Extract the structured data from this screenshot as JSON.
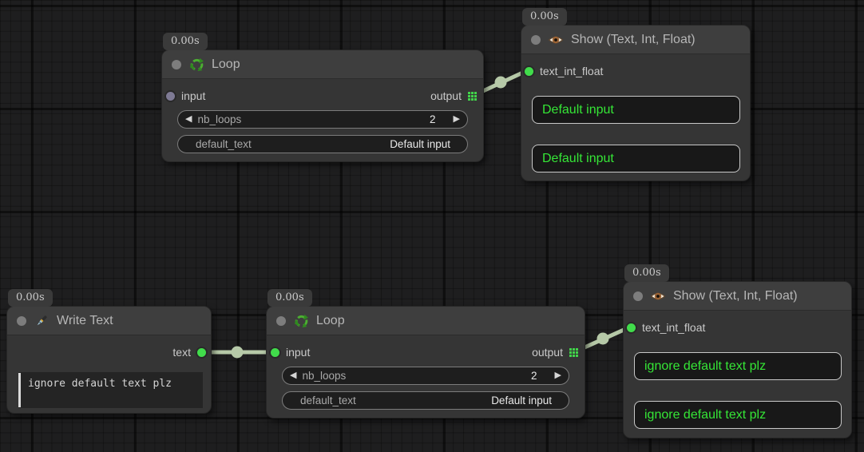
{
  "canvas": {
    "background": "#1e1e1f",
    "accent_green": "#41dc4b",
    "link_color": "#b6c9a8",
    "value_green": "#35e636",
    "slot_gray": "#7e7a94"
  },
  "icons": {
    "left_arrow": "◀",
    "right_arrow": "▶"
  },
  "nodes": [
    {
      "id": "loop-top",
      "badge": "0.00s",
      "title": "Loop",
      "icon": "recycle-icon",
      "inputs": [
        {
          "name": "input",
          "connected": false
        }
      ],
      "outputs": [
        {
          "name": "output",
          "icon": "grid-output-icon"
        }
      ],
      "widgets": [
        {
          "name": "nb_loops",
          "value": "2"
        },
        {
          "name": "default_text",
          "value": "Default input"
        }
      ]
    },
    {
      "id": "show-top",
      "badge": "0.00s",
      "title": "Show (Text, Int, Float)",
      "icon": "eye-icon",
      "inputs": [
        {
          "name": "text_int_float",
          "connected": true
        }
      ],
      "boxes": [
        "Default input",
        "Default input"
      ]
    },
    {
      "id": "write-text",
      "badge": "0.00s",
      "title": "Write Text",
      "icon": "pen-icon",
      "outputs": [
        {
          "name": "text",
          "connected": true
        }
      ],
      "text": "ignore default text plz"
    },
    {
      "id": "loop-bottom",
      "badge": "0.00s",
      "title": "Loop",
      "icon": "recycle-icon",
      "inputs": [
        {
          "name": "input",
          "connected": true
        }
      ],
      "outputs": [
        {
          "name": "output",
          "icon": "grid-output-icon"
        }
      ],
      "widgets": [
        {
          "name": "nb_loops",
          "value": "2"
        },
        {
          "name": "default_text",
          "value": "Default input"
        }
      ]
    },
    {
      "id": "show-bottom",
      "badge": "0.00s",
      "title": "Show (Text, Int, Float)",
      "icon": "eye-icon",
      "inputs": [
        {
          "name": "text_int_float",
          "connected": true
        }
      ],
      "boxes": [
        "ignore default text plz",
        "ignore default text plz"
      ]
    }
  ]
}
